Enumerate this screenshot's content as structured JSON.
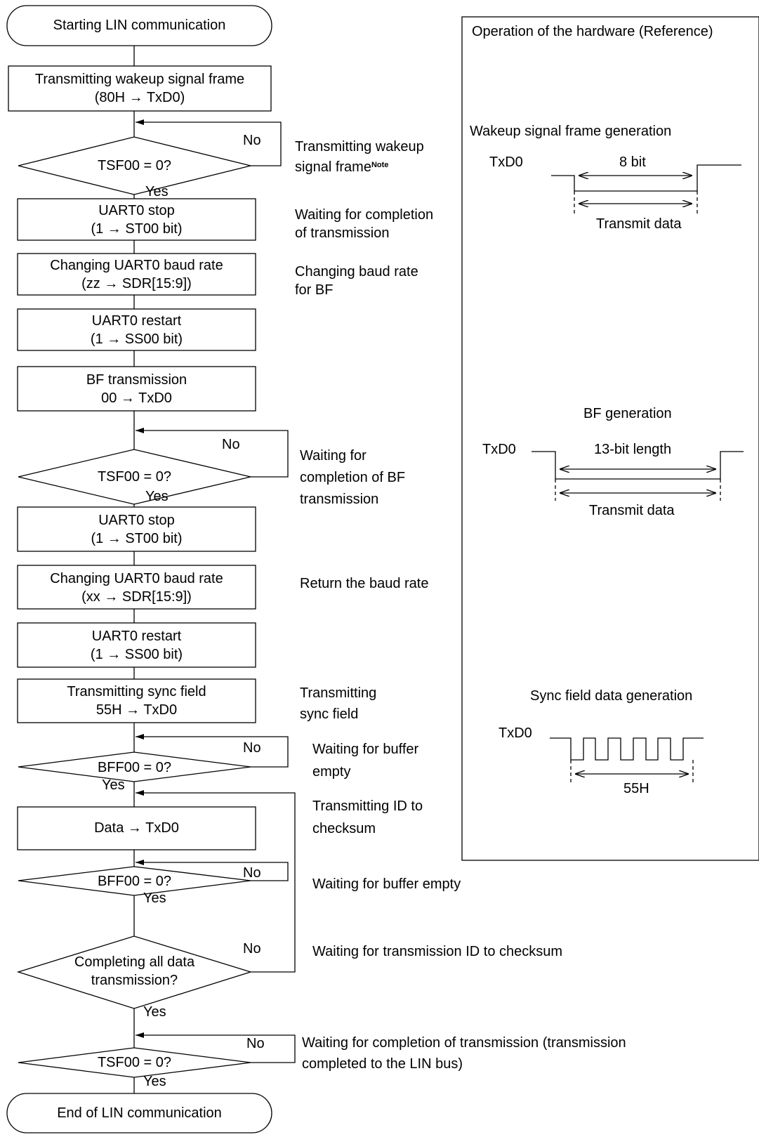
{
  "flow": {
    "start": "Starting LIN communication",
    "end": "End of LIN communication",
    "p1_l1": "Transmitting wakeup signal frame",
    "p1_l2": "(80H → TxD0)",
    "d1": "TSF00 = 0?",
    "p2_l1": "UART0 stop",
    "p2_l2": "(1 → ST00 bit)",
    "p3_l1": "Changing UART0 baud rate",
    "p3_l2": "(zz → SDR[15:9])",
    "p4_l1": "UART0 restart",
    "p4_l2": "(1 → SS00 bit)",
    "p5_l1": "BF transmission",
    "p5_l2": "00 → TxD0",
    "d2": "TSF00 = 0?",
    "p6_l1": "UART0 stop",
    "p6_l2": "(1 → ST00 bit)",
    "p7_l1": "Changing UART0 baud rate",
    "p7_l2": "(xx → SDR[15:9])",
    "p8_l1": "UART0 restart",
    "p8_l2": "(1 → SS00 bit)",
    "p9_l1": "Transmitting sync field",
    "p9_l2": "55H → TxD0",
    "d3": "BFF00 = 0?",
    "p10": "Data → TxD0",
    "d4": "BFF00 = 0?",
    "d5_l1": "Completing all data",
    "d5_l2": "transmission?",
    "d6": "TSF00 = 0?",
    "yes": "Yes",
    "no": "No"
  },
  "notes": {
    "n1_l1": "Transmitting wakeup",
    "n1_l2": "signal frame",
    "n1_sup": "Note",
    "n2_l1": "Waiting for completion",
    "n2_l2": "of transmission",
    "n3_l1": "Changing baud rate",
    "n3_l2": "for BF",
    "n4_l1": "Waiting for",
    "n4_l2": "completion of BF",
    "n4_l3": "transmission",
    "n5": "Return the baud rate",
    "n6_l1": "Transmitting",
    "n6_l2": "sync field",
    "n7_l1": "Waiting for buffer",
    "n7_l2": "empty",
    "n8_l1": "Transmitting ID to",
    "n8_l2": "checksum",
    "n9": "Waiting for buffer empty",
    "n10": "Waiting for transmission ID to checksum",
    "n11_l1": "Waiting for completion of transmission (transmission",
    "n11_l2": "completed to the LIN bus)"
  },
  "hardware": {
    "title": "Operation of the hardware (Reference)",
    "wakeup_title": "Wakeup signal frame generation",
    "txd0": "TxD0",
    "bit8": "8 bit",
    "transmit_data": "Transmit data",
    "bf_title": "BF generation",
    "bit13": "13-bit length",
    "sync_title": "Sync field data generation",
    "h55": "55H"
  }
}
